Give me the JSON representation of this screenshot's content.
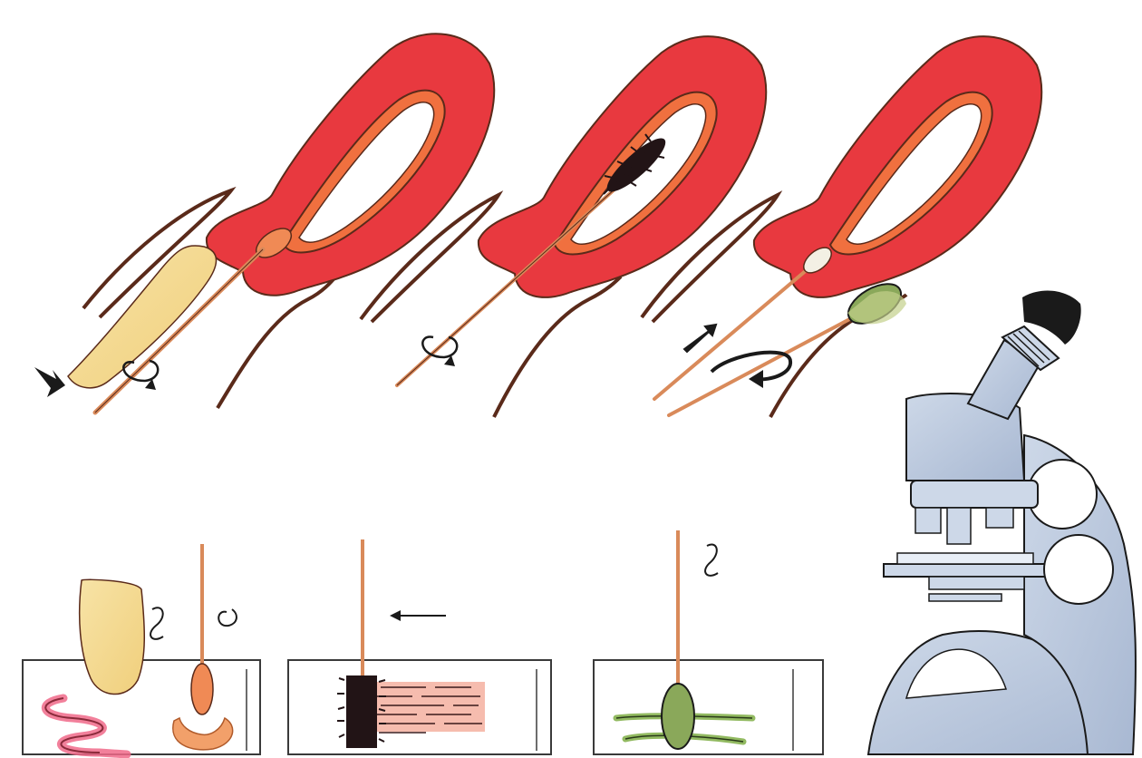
{
  "figure": {
    "panels": [
      {
        "id": "spatula",
        "tool": "spatula-icon",
        "motion": "rotate-icon"
      },
      {
        "id": "cytobrush",
        "tool": "brush-icon",
        "motion": "rotate-icon"
      },
      {
        "id": "swab",
        "tool": "swab-icon",
        "motion": "rotate-icon"
      }
    ],
    "slides": [
      {
        "id": "slide-spatula",
        "sample_color": "#f06a8a"
      },
      {
        "id": "slide-cytobrush",
        "sample_color": "#f2a08c"
      },
      {
        "id": "slide-swab",
        "sample_color": "#7fae45"
      }
    ],
    "microscope": {
      "icon": "microscope-icon"
    }
  },
  "colors": {
    "uterus": "#e8393f",
    "uterus_inner": "#f0703f",
    "outline": "#5a2a1a",
    "spatula": "#f5d98a",
    "stick": "#d98a5a",
    "microscope": "#b9c7dc",
    "microscope_dark": "#8ea0bb",
    "swab_head": "#8aa85a",
    "brush": "#221416"
  }
}
